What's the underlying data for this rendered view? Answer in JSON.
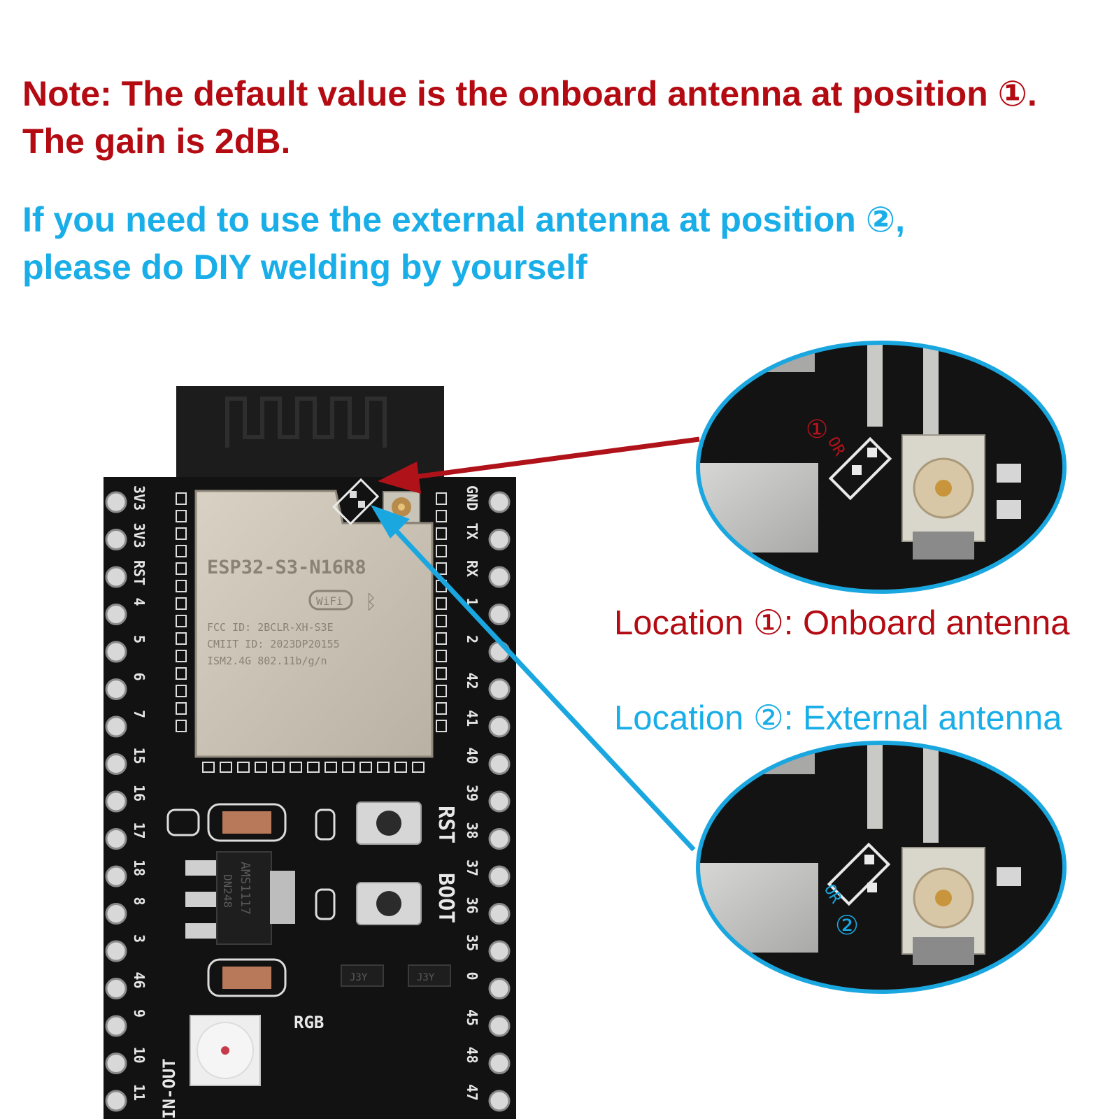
{
  "colors": {
    "note": "#b40a12",
    "info": "#19aee8",
    "board": "#121212",
    "arrow_red": "#b0121a",
    "arrow_blue": "#1aa7e0"
  },
  "note": {
    "line1": "Note: The default value is the onboard antenna at position ①.",
    "line2": "The gain is 2dB."
  },
  "info": {
    "line1": "If you need to use the external antenna at position ②,",
    "line2": "please do DIY welding by yourself"
  },
  "locations": {
    "onboard": "Location ①: Onboard antenna",
    "external": "Location ②: External antenna"
  },
  "module": {
    "name": "ESP32-S3-N16R8",
    "fcc": "FCC ID: 2BCLR-XH-S3E",
    "cmiit": "CMIIT ID: 2023DP20155",
    "ism": "ISM2.4G   802.11b/g/n",
    "wifi": "WiFi",
    "bluetooth": "ᛒ"
  },
  "board": {
    "left_pins": [
      "3V3",
      "3V3",
      "RST",
      "4",
      "5",
      "6",
      "7",
      "15",
      "16",
      "17",
      "18",
      "8",
      "3",
      "46",
      "9",
      "10",
      "11"
    ],
    "right_pins": [
      "GND",
      "TX",
      "RX",
      "1",
      "2",
      "42",
      "41",
      "40",
      "39",
      "38",
      "37",
      "36",
      "35",
      "0",
      "45",
      "48",
      "47"
    ],
    "rst_label": "RST",
    "boot_label": "BOOT",
    "rgb_label": "RGB",
    "in_out_label": "IN-OUT",
    "regulator_label": "AMS1117",
    "regulator_code": "DN248",
    "transistor_label": "J3Y"
  },
  "zoom": {
    "top_marker": "①",
    "top_or": "OR",
    "bottom_marker": "②",
    "bottom_or": "OR"
  }
}
